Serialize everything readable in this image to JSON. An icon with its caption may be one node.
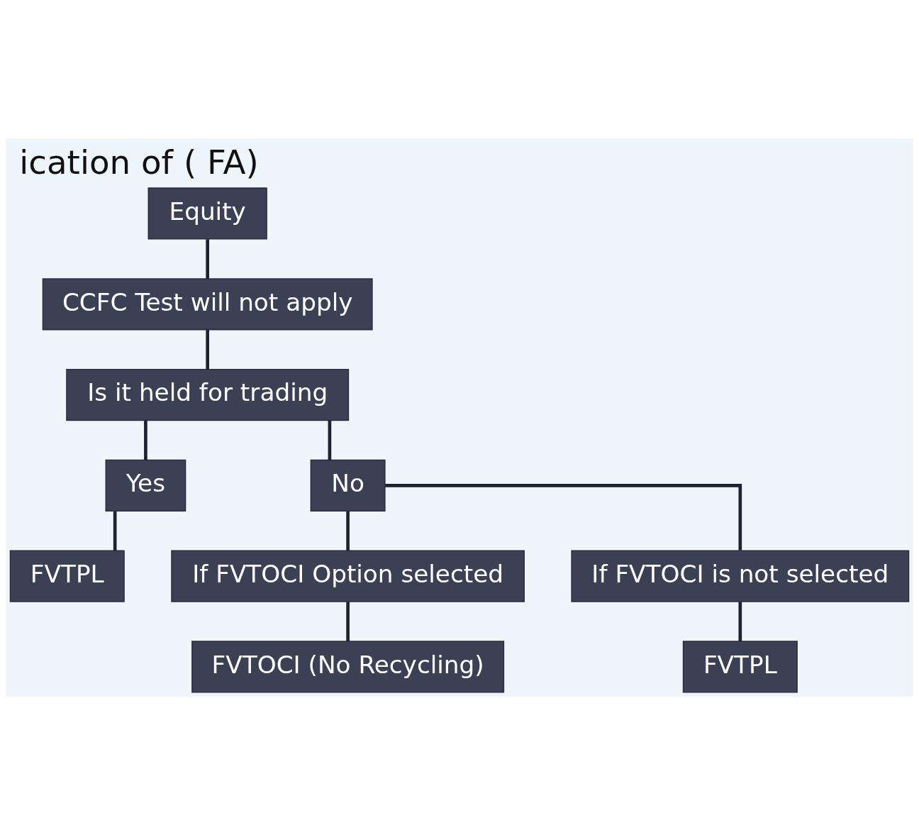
{
  "diagram": {
    "title": "ication of ( FA)",
    "nodes": [
      {
        "text": [
          "Equity"
        ]
      },
      {
        "text": [
          "CCFC Test will not apply"
        ]
      },
      {
        "text": [
          "Is it held for trading"
        ]
      },
      {
        "text": [
          "Yes"
        ]
      },
      {
        "text": [
          "No"
        ]
      },
      {
        "text": [
          "FVTPL"
        ]
      },
      {
        "text": [
          "If FVTOCI Option selected"
        ]
      },
      {
        "text": [
          "If FVTOCI is not selected"
        ]
      },
      {
        "text": [
          "FVTOCI (No Recycling)"
        ]
      },
      {
        "text": [
          "FVTPL"
        ]
      }
    ],
    "edges": [
      {
        "from": 0,
        "to": 1,
        "arrow": "none"
      },
      {
        "from": 1,
        "to": 2,
        "arrow": "none"
      },
      {
        "from": 2,
        "to": 3,
        "arrow": "none"
      },
      {
        "from": 2,
        "to": 4,
        "arrow": "none"
      },
      {
        "from": 3,
        "to": 5,
        "arrow": "none"
      },
      {
        "from": 4,
        "to": 6,
        "arrow": "none"
      },
      {
        "from": 4,
        "to": 7,
        "arrow": "none"
      },
      {
        "from": 6,
        "to": 8,
        "arrow": "none"
      },
      {
        "from": 7,
        "to": 9,
        "arrow": "none"
      }
    ]
  }
}
